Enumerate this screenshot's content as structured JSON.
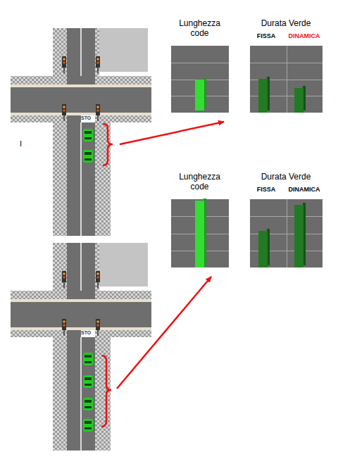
{
  "diagram": {
    "nodes": [
      {
        "text": [
          "Lunghezza code"
        ]
      },
      {
        "text": [
          "Durata Verde",
          "FISSA",
          "DINAMICA"
        ]
      },
      {
        "text": [
          "Lunghezza code"
        ]
      },
      {
        "text": [
          "Durata Verde",
          "FISSA",
          "DINAMICA"
        ]
      }
    ],
    "labels": [
      "STO",
      "I",
      "STO"
    ]
  }
}
